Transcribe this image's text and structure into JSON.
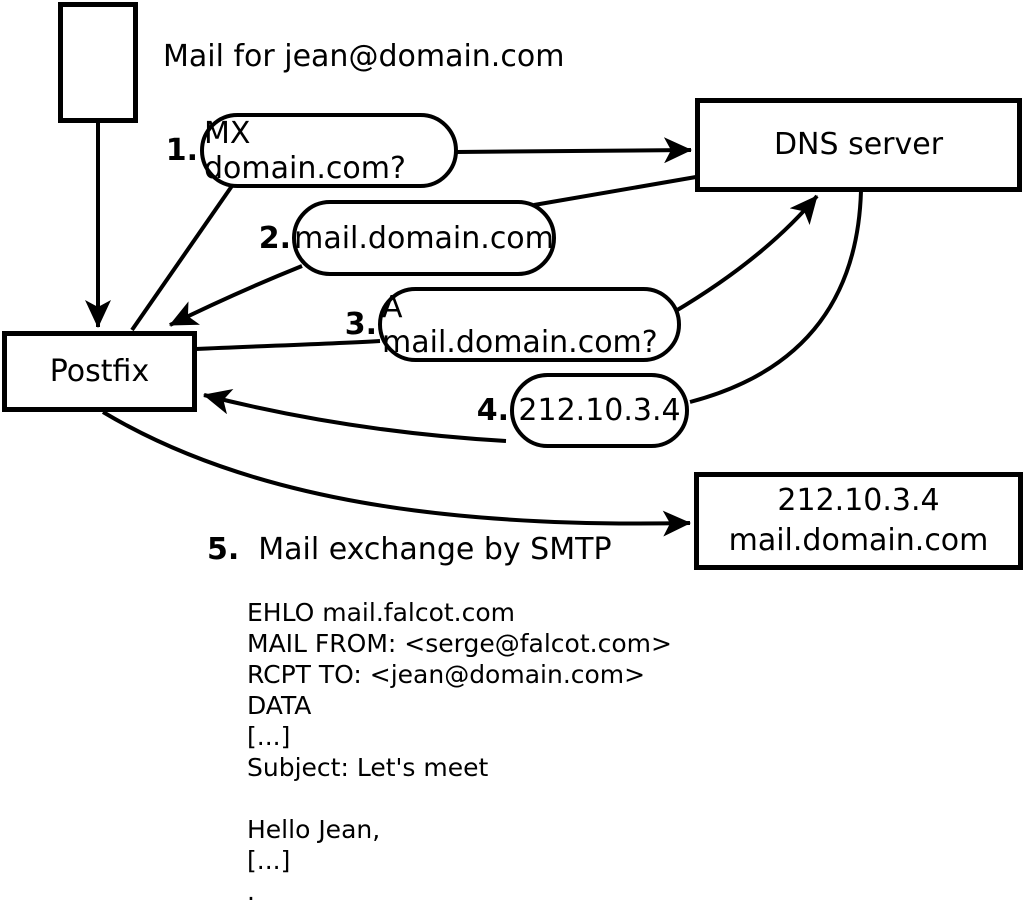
{
  "diagram": {
    "mail_label": "Mail for jean@domain.com",
    "nodes": {
      "postfix": "Postfix",
      "dns": "DNS server",
      "result_line1": "212.10.3.4",
      "result_line2": "mail.domain.com"
    },
    "steps": [
      {
        "num": "1.",
        "label": "MX domain.com?"
      },
      {
        "num": "2.",
        "label": "mail.domain.com"
      },
      {
        "num": "3.",
        "label": "A mail.domain.com?"
      },
      {
        "num": "4.",
        "label": "212.10.3.4"
      },
      {
        "num": "5.",
        "label": "Mail exchange by SMTP"
      }
    ],
    "smtp_session": "EHLO mail.falcot.com\nMAIL FROM: <serge@falcot.com>\nRCPT TO: <jean@domain.com>\nDATA\n[...]\nSubject: Let's meet\n\nHello Jean,\n[...]\n."
  }
}
